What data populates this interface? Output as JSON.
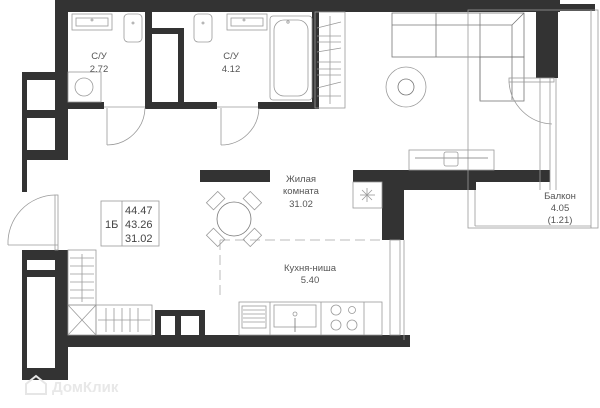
{
  "plan": {
    "rooms": [
      {
        "id": "bathroom-1",
        "name": "С/У",
        "area": "2.72"
      },
      {
        "id": "bathroom-2",
        "name": "С/У",
        "area": "4.12"
      },
      {
        "id": "living-room",
        "name_line1": "Жилая",
        "name_line2": "комната",
        "area": "31.02"
      },
      {
        "id": "kitchen-niche",
        "name": "Кухня-ниша",
        "area": "5.40"
      },
      {
        "id": "balcony",
        "name": "Балкон",
        "area": "4.05",
        "area_reduced": "(1.21)"
      }
    ],
    "badge": {
      "type": "1Б",
      "total_area": "44.47",
      "area_without_balcony": "43.26",
      "living_area": "31.02"
    },
    "watermark": "ДомКлик"
  }
}
